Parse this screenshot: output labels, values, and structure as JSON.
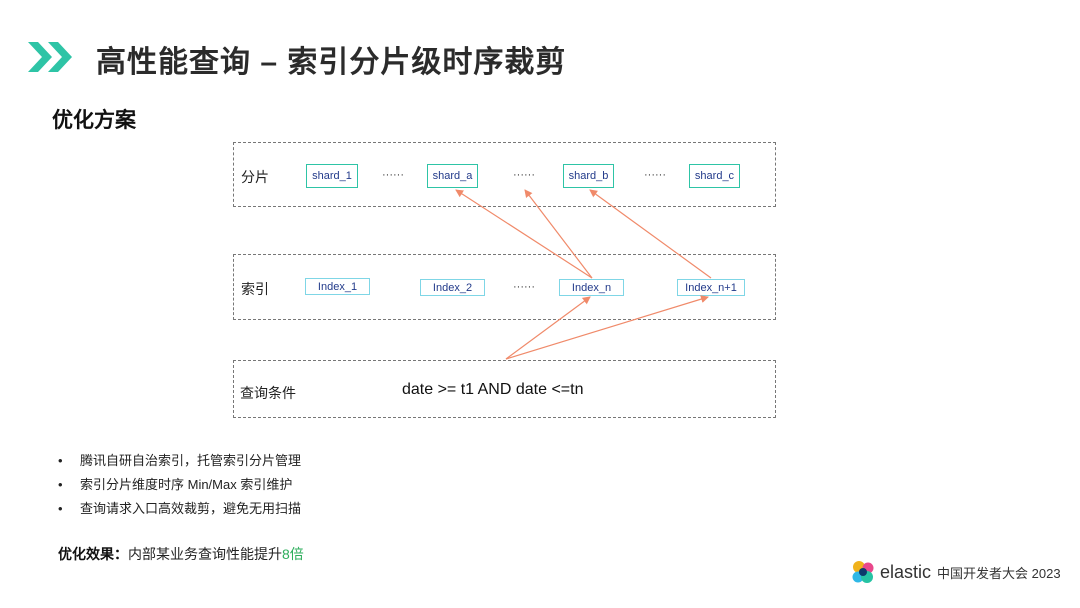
{
  "header": {
    "title": "高性能查询 – 索引分片级时序裁剪",
    "icon": "double-chevron-right-icon",
    "accent_color": "#2ec4a6"
  },
  "subtitle": "优化方案",
  "diagram": {
    "shard_row": {
      "label": "分片",
      "items": [
        "shard_1",
        "shard_a",
        "shard_b",
        "shard_c"
      ],
      "ellipsis": "······"
    },
    "index_row": {
      "label": "索引",
      "items": [
        "Index_1",
        "Index_2",
        "Index_n",
        "Index_n+1"
      ],
      "ellipsis": "······"
    },
    "query_row": {
      "label": "查询条件",
      "expression": "date >= t1 AND date <=tn"
    },
    "arrow_color": "#f08a6a"
  },
  "bullets": [
    "腾讯自研自治索引，托管索引分片管理",
    "索引分片维度时序 Min/Max 索引维护",
    "查询请求入口高效裁剪，避免无用扫描"
  ],
  "effect": {
    "label": "优化效果：",
    "text": "内部某业务查询性能提升",
    "highlight": "8倍"
  },
  "footer": {
    "brand": "elastic",
    "event": "中国开发者大会 2023"
  }
}
